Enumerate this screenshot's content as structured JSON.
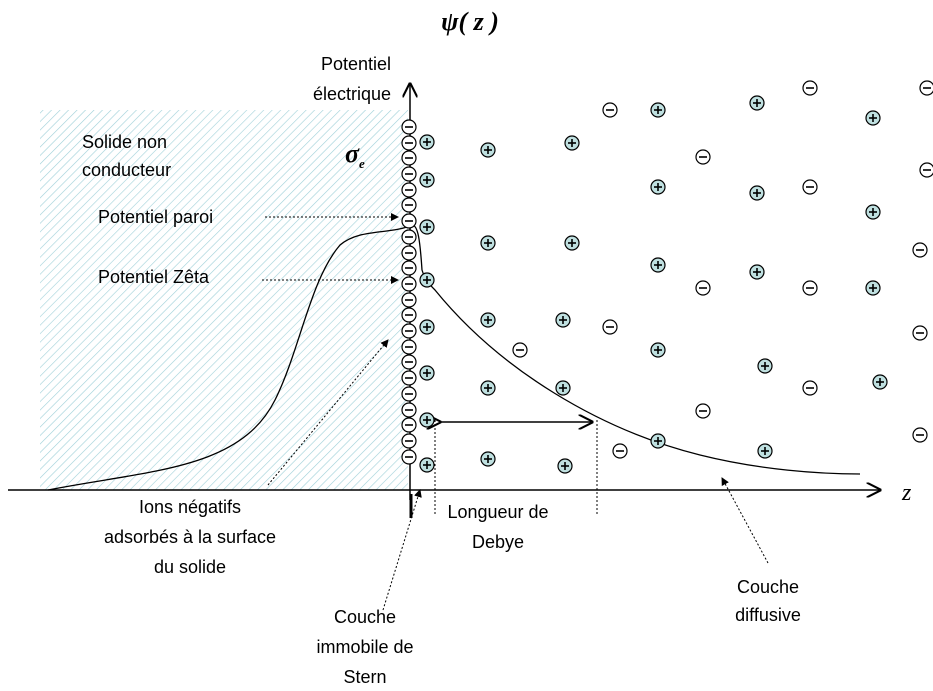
{
  "title": "ψ( z )",
  "labels": {
    "y_axis_line1": "Potentiel",
    "y_axis_line2": "électrique",
    "solid_line1": "Solide non",
    "solid_line2": "conducteur",
    "sigma": "σ",
    "sigma_sub": "e",
    "wall_potential": "Potentiel paroi",
    "zeta_potential": "Potentiel Zêta",
    "ions_line1": "Ions négatifs",
    "ions_line2": "adsorbés à la surface",
    "ions_line3": "du solide",
    "debye_line1": "Longueur de",
    "debye_line2": "Debye",
    "stern_line1": "Couche",
    "stern_line2": "immobile de",
    "stern_line3": "Stern",
    "diffuse_line1": "Couche",
    "diffuse_line2": "diffusive",
    "x_axis": "z"
  },
  "colors": {
    "solid_hatch": "#9fd0d8",
    "positive_ion_fill": "#bfe0e0"
  }
}
